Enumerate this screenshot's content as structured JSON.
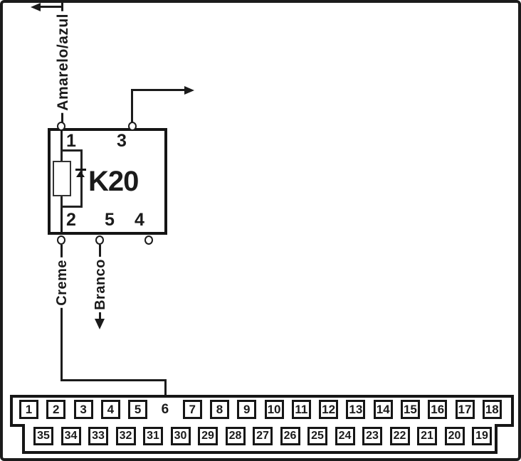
{
  "relay": {
    "name": "K20",
    "pin_top_left": "1",
    "pin_top_right": "3",
    "pin_bottom_left": "2",
    "pin_bottom_mid": "5",
    "pin_bottom_right": "4"
  },
  "wires": {
    "pin1_label": "Amarelo/azul",
    "pin2_label": "Creme",
    "pin5_label": "Branco"
  },
  "connector": {
    "top_row": [
      "1",
      "2",
      "3",
      "4",
      "5",
      "6",
      "7",
      "8",
      "9",
      "10",
      "11",
      "12",
      "13",
      "14",
      "15",
      "16",
      "17",
      "18"
    ],
    "bottom_row": [
      "35",
      "34",
      "33",
      "32",
      "31",
      "30",
      "29",
      "28",
      "27",
      "26",
      "25",
      "24",
      "23",
      "22",
      "21",
      "20",
      "19"
    ],
    "unboxed_terminal": "6"
  },
  "colors": {
    "ink": "#1b1b1b",
    "background": "#ffffff"
  }
}
